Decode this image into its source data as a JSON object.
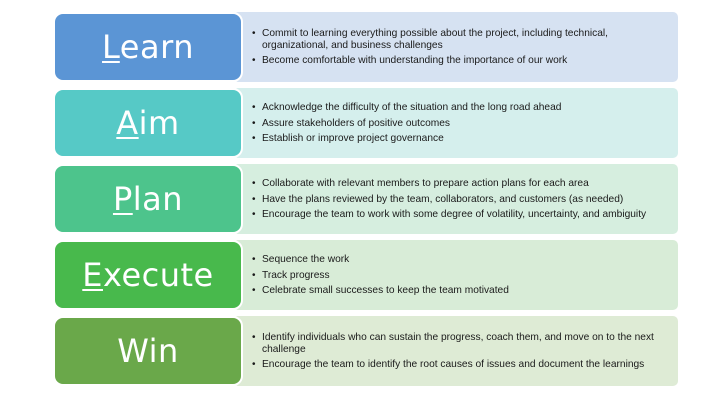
{
  "steps": [
    {
      "initial": "L",
      "rest": "earn",
      "underline_initial": true,
      "box_color": "#5b95d5",
      "panel_color": "#d6e2f2",
      "bullets": [
        "Commit to learning everything possible about the project, including technical, organizational, and business challenges",
        "Become comfortable with understanding the importance of our work"
      ]
    },
    {
      "initial": "A",
      "rest": "im",
      "underline_initial": true,
      "box_color": "#56c9c6",
      "panel_color": "#d5efed",
      "bullets": [
        "Acknowledge the difficulty of the situation and the long road ahead",
        "Assure stakeholders of positive outcomes",
        "Establish or improve project governance"
      ]
    },
    {
      "initial": "P",
      "rest": "lan",
      "underline_initial": true,
      "box_color": "#4dc48c",
      "panel_color": "#d6eedf",
      "bullets": [
        "Collaborate with relevant members to prepare action plans for each area",
        "Have the plans reviewed by the team, collaborators, and customers (as needed)",
        "Encourage the team to work with some degree of volatility, uncertainty, and ambiguity"
      ]
    },
    {
      "initial": "E",
      "rest": "xecute",
      "underline_initial": true,
      "box_color": "#48b94c",
      "panel_color": "#d8ecd7",
      "bullets": [
        "Sequence the work",
        "Track progress",
        "Celebrate small successes to keep the team motivated"
      ]
    },
    {
      "initial": "W",
      "rest": "in",
      "underline_initial": false,
      "box_color": "#6aa84a",
      "panel_color": "#deebd5",
      "bullets": [
        "Identify individuals who can sustain the progress, coach them, and move on to the next challenge",
        "Encourage the team to identify the root causes of issues and document the learnings"
      ]
    }
  ]
}
